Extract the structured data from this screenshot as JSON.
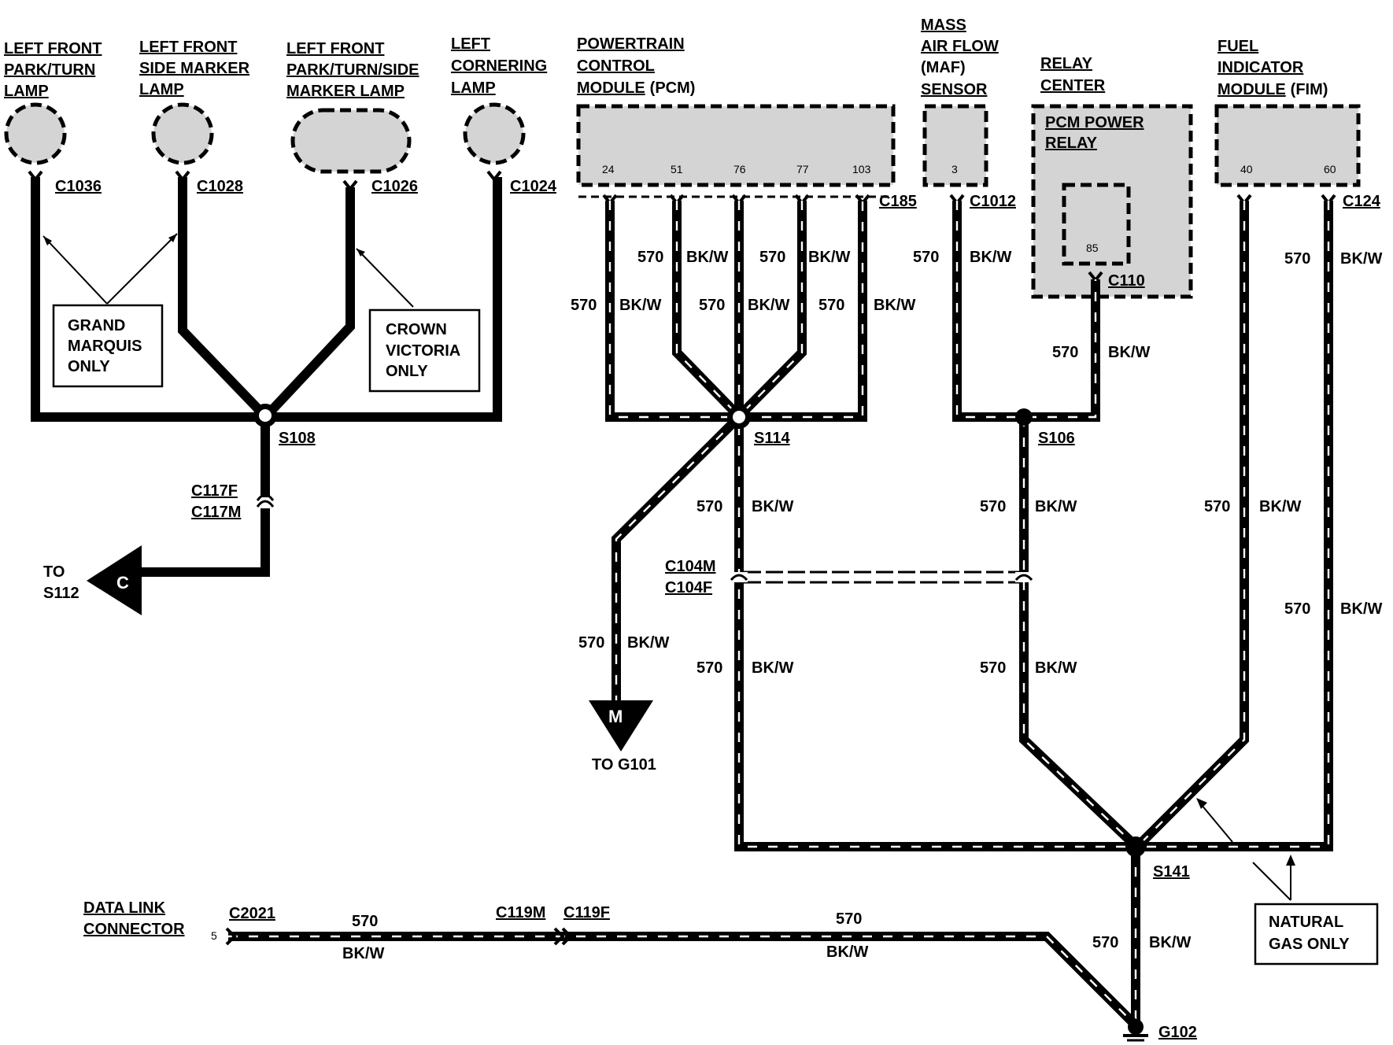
{
  "components": {
    "lf_park_turn": {
      "line1": "LEFT FRONT",
      "line2": "PARK/TURN",
      "line3": "LAMP",
      "connector": "C1036"
    },
    "lf_side_marker": {
      "line1": "LEFT FRONT",
      "line2": "SIDE MARKER",
      "line3": "LAMP",
      "connector": "C1028"
    },
    "lf_park_turn_side": {
      "line1": "LEFT FRONT",
      "line2": "PARK/TURN/SIDE",
      "line3": "MARKER LAMP",
      "connector": "C1026"
    },
    "left_cornering": {
      "line1": "LEFT",
      "line2": "CORNERING",
      "line3": "LAMP",
      "connector": "C1024"
    },
    "pcm": {
      "line1": "POWERTRAIN",
      "line2": "CONTROL",
      "line3": "MODULE",
      "line3b": "(PCM)",
      "connector": "C185",
      "pins": [
        "24",
        "51",
        "76",
        "77",
        "103"
      ]
    },
    "maf": {
      "line1": "MASS",
      "line2": "AIR FLOW",
      "line3": "(MAF)",
      "line4": "SENSOR",
      "connector": "C1012",
      "pin": "3"
    },
    "relay_center": {
      "line1": "RELAY",
      "line2": "CENTER",
      "inner1": "PCM POWER",
      "inner2": "RELAY",
      "pin": "85",
      "connector": "C110"
    },
    "fim": {
      "line1": "FUEL",
      "line2": "INDICATOR",
      "line3": "MODULE",
      "line3b": "(FIM)",
      "connector": "C124",
      "pins": [
        "40",
        "60"
      ]
    },
    "dlc": {
      "line1": "DATA LINK",
      "line2": "CONNECTOR",
      "connector": "C2021",
      "pin": "5"
    }
  },
  "notes": {
    "grand_marquis": {
      "line1": "GRAND",
      "line2": "MARQUIS",
      "line3": "ONLY"
    },
    "crown_victoria": {
      "line1": "CROWN",
      "line2": "VICTORIA",
      "line3": "ONLY"
    },
    "natural_gas": {
      "line1": "NATURAL",
      "line2": "GAS ONLY"
    }
  },
  "splices": {
    "s108": "S108",
    "s114": "S114",
    "s106": "S106",
    "s141": "S141"
  },
  "connectors": {
    "c117f": "C117F",
    "c117m": "C117M",
    "c104m": "C104M",
    "c104f": "C104F",
    "c119m": "C119M",
    "c119f": "C119F"
  },
  "refs": {
    "to_s112": {
      "letter": "C",
      "line1": "TO",
      "line2": "S112"
    },
    "to_g101": {
      "letter": "M",
      "label": "TO G101"
    }
  },
  "ground": "G102",
  "wire": {
    "circuit": "570",
    "color": "BK/W"
  }
}
